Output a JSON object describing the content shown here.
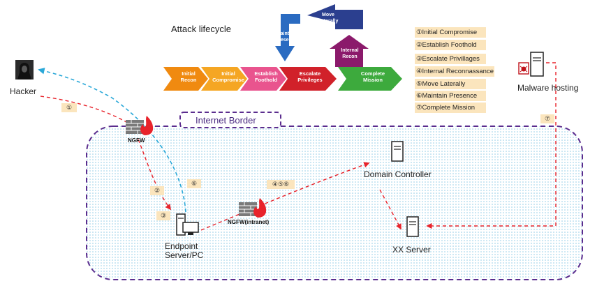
{
  "title": "Attack lifecycle",
  "cycle_steps": [
    "Initial Recon",
    "Initial Compromise",
    "Establish Foothold",
    "Escalate Privileges",
    "Complete Mission",
    "Internal Recon",
    "Move Laterally",
    "Maintain Presence"
  ],
  "legend": [
    "①Initial Compromise",
    "②Establish Foothold",
    "③Escalate Privillages",
    "④Internal Reconnassance",
    "⑤Move Laterally",
    "⑥Maintain Presence",
    "⑦Complete Mission"
  ],
  "nodes": {
    "hacker": "Hacker",
    "ngfw": "NGFW",
    "ngfw_intranet": "NGFW(intranet)",
    "endpoint_line1": "Endpoint",
    "endpoint_line2": "Server/PC",
    "domain_controller": "Domain Controller",
    "xx_server": "XX Server",
    "malware_hosting": "Malware hosting"
  },
  "internet_border": "Internet Border",
  "badges": {
    "b1": "①",
    "b2": "②",
    "b3": "③",
    "b6": "⑥",
    "b456": "④⑤⑥",
    "b7": "⑦"
  },
  "colors": {
    "border_purple": "#5b2d8e",
    "attack_red": "#e8232b",
    "return_blue": "#2aa8d8",
    "legend_bg": "#fbe5bd",
    "zone_dots": "#8fcbe6"
  }
}
